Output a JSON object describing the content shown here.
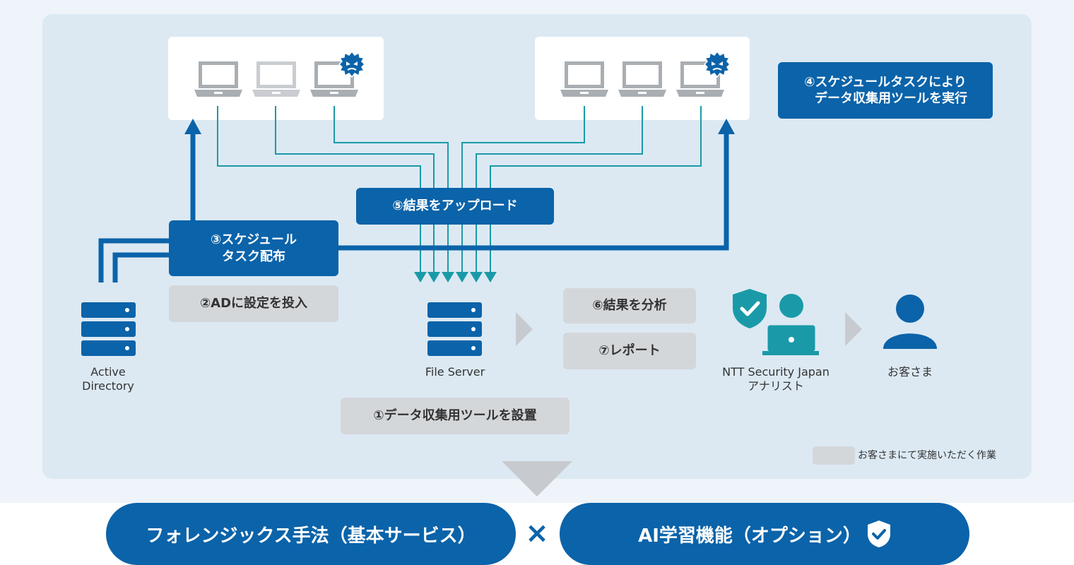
{
  "steps": {
    "s1": "①データ収集用ツールを設置",
    "s2": "②ADに設定を投入",
    "s3_line1": "③スケジュール",
    "s3_line2": "タスク配布",
    "s4_line1": "④スケジュールタスクにより",
    "s4_line2": "データ収集用ツールを実行",
    "s5": "⑤結果をアップロード",
    "s6": "⑥結果を分析",
    "s7": "⑦レポート"
  },
  "nodes": {
    "ad_line1": "Active",
    "ad_line2": "Directory",
    "file_server": "File Server",
    "analyst_line1": "NTT Security Japan",
    "analyst_line2": "アナリスト",
    "customer": "お客さま"
  },
  "legend": {
    "text": "お客さまにて実施いただく作業"
  },
  "bottom": {
    "left": "フォレンジックス手法（基本サービス）",
    "times": "×",
    "right": "AI学習機能（オプション）"
  },
  "colors": {
    "brand_blue": "#0b63a9",
    "teal": "#1a9aa8",
    "gray_box": "#d4d7da",
    "panel": "#dce9f3"
  },
  "icons": [
    "laptop-icon",
    "virus-icon",
    "server-icon",
    "shield-check-icon",
    "analyst-icon",
    "person-icon",
    "chevron-right-icon",
    "down-triangle-icon"
  ]
}
